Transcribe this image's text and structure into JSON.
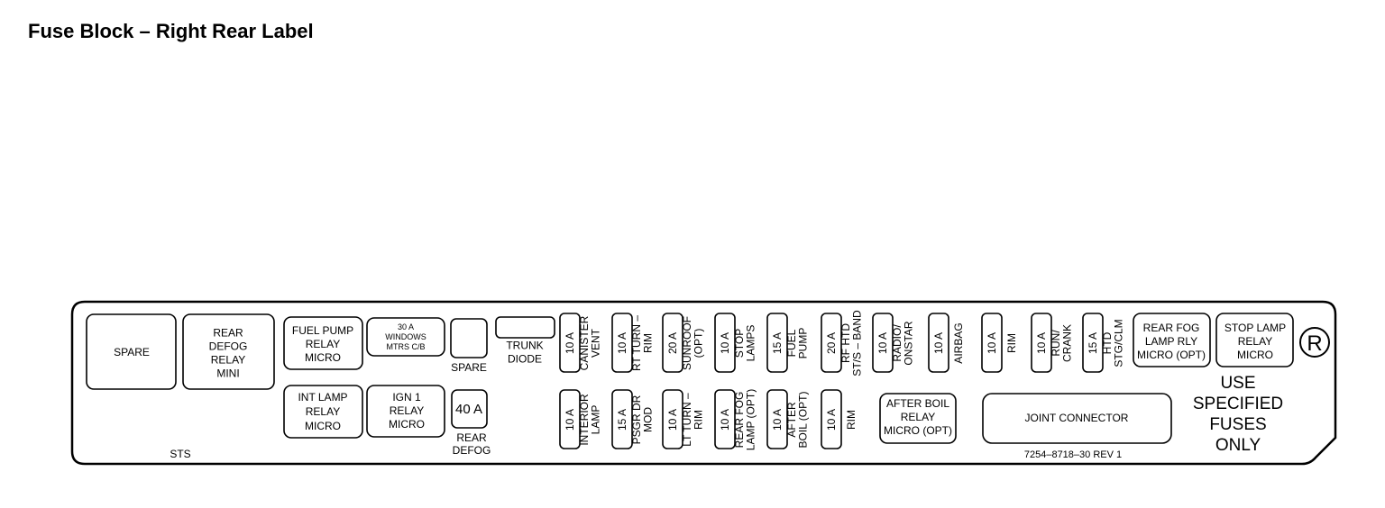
{
  "title": "Fuse Block – Right Rear Label",
  "relays": {
    "spare_large": "SPARE",
    "rear_defog_relay": [
      "REAR",
      "DEFOG",
      "RELAY",
      "MINI"
    ],
    "fuel_pump_relay": [
      "FUEL PUMP",
      "RELAY",
      "MICRO"
    ],
    "windows_cb": [
      "30 A",
      "WINDOWS",
      "MTRS C/B"
    ],
    "spare_small": "SPARE",
    "trunk_diode": [
      "TRUNK",
      "DIODE"
    ],
    "int_lamp_relay": [
      "INT LAMP",
      "RELAY",
      "MICRO"
    ],
    "ign1_relay": [
      "IGN 1",
      "RELAY",
      "MICRO"
    ],
    "rear_defog_fuse": {
      "rating": "40 A",
      "label": [
        "REAR",
        "DEFOG"
      ]
    },
    "rear_fog_lamp_relay": [
      "REAR FOG",
      "LAMP RLY",
      "MICRO (OPT)"
    ],
    "stop_lamp_relay": [
      "STOP LAMP",
      "RELAY",
      "MICRO"
    ],
    "after_boil_relay": [
      "AFTER BOIL",
      "RELAY",
      "MICRO (OPT)"
    ],
    "joint_connector": "JOINT CONNECTOR"
  },
  "top_fuses": [
    {
      "rating": "10 A",
      "label": [
        "CANISTER",
        "VENT"
      ]
    },
    {
      "rating": "10 A",
      "label": [
        "RT TURN –",
        "RIM"
      ]
    },
    {
      "rating": "20 A",
      "label": [
        "SUNROOF",
        "(OPT)"
      ]
    },
    {
      "rating": "10 A",
      "label": [
        "STOP",
        "LAMPS"
      ]
    },
    {
      "rating": "15 A",
      "label": [
        "FUEL",
        "PUMP"
      ]
    },
    {
      "rating": "20 A",
      "label": [
        "RF HTD",
        "ST/S – BAND"
      ]
    },
    {
      "rating": "10 A",
      "label": [
        "RADIO/",
        "ONSTAR"
      ]
    },
    {
      "rating": "10 A",
      "label": [
        "AIRBAG"
      ]
    },
    {
      "rating": "10 A",
      "label": [
        "RIM"
      ]
    },
    {
      "rating": "10 A",
      "label": [
        "RUN/",
        "CRANK"
      ]
    },
    {
      "rating": "15 A",
      "label": [
        "HTD",
        "STG/CLM"
      ]
    }
  ],
  "bottom_fuses": [
    {
      "rating": "10 A",
      "label": [
        "INTERIOR",
        "LAMP"
      ]
    },
    {
      "rating": "15 A",
      "label": [
        "PSGR DR",
        "MOD"
      ]
    },
    {
      "rating": "10 A",
      "label": [
        "LT TURN –",
        "RIM"
      ]
    },
    {
      "rating": "10 A",
      "label": [
        "REAR FOG",
        "LAMP (OPT)"
      ]
    },
    {
      "rating": "10 A",
      "label": [
        "AFTER",
        "BOIL (OPT)"
      ]
    },
    {
      "rating": "10 A",
      "label": [
        "RIM"
      ]
    }
  ],
  "notice": [
    "USE",
    "SPECIFIED",
    "FUSES",
    "ONLY"
  ],
  "registered_mark": "R",
  "model_code": "STS",
  "part_number": "7254–8718–30 REV 1"
}
